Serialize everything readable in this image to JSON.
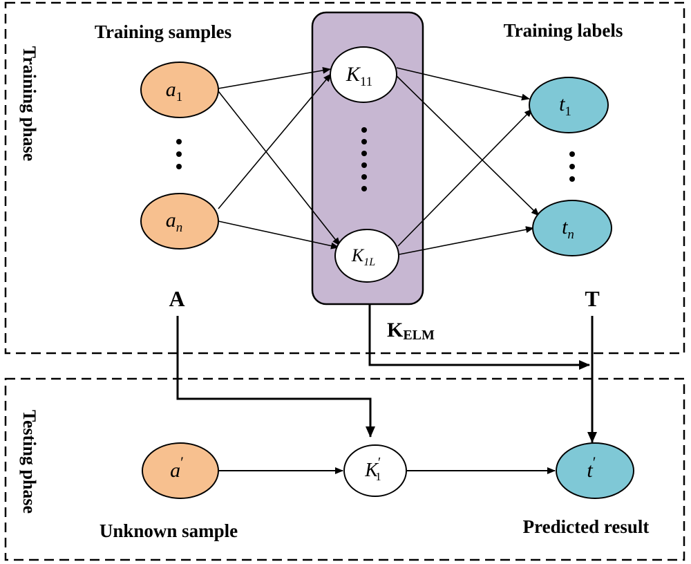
{
  "colors": {
    "input_node": "#f7c08f",
    "label_node": "#7fc8d6",
    "kernel_box": "#c7b7d2",
    "hidden_node": "#ffffff",
    "stroke": "#000000"
  },
  "training_phase": {
    "title": "Training phase",
    "samples_heading": "Training samples",
    "labels_heading": "Training labels",
    "matrix_a": "A",
    "matrix_t": "T",
    "kernel_label_main": "K",
    "kernel_label_sub": "ELM",
    "input_nodes": [
      {
        "base": "a",
        "sub": "1"
      },
      {
        "base": "a",
        "sub": "n"
      }
    ],
    "hidden_nodes": [
      {
        "base": "K",
        "sub": "11"
      },
      {
        "base": "K",
        "sub": "1L"
      }
    ],
    "label_nodes": [
      {
        "base": "t",
        "sub": "1"
      },
      {
        "base": "t",
        "sub": "n"
      }
    ]
  },
  "testing_phase": {
    "title": "Testing phase",
    "unknown_sample": "Unknown sample",
    "predicted_result": "Predicted result",
    "input_node": {
      "base": "a",
      "sup": "′"
    },
    "kernel_node": {
      "base": "K",
      "sub": "1",
      "sup": "′"
    },
    "output_node": {
      "base": "t",
      "sup": "′"
    }
  }
}
